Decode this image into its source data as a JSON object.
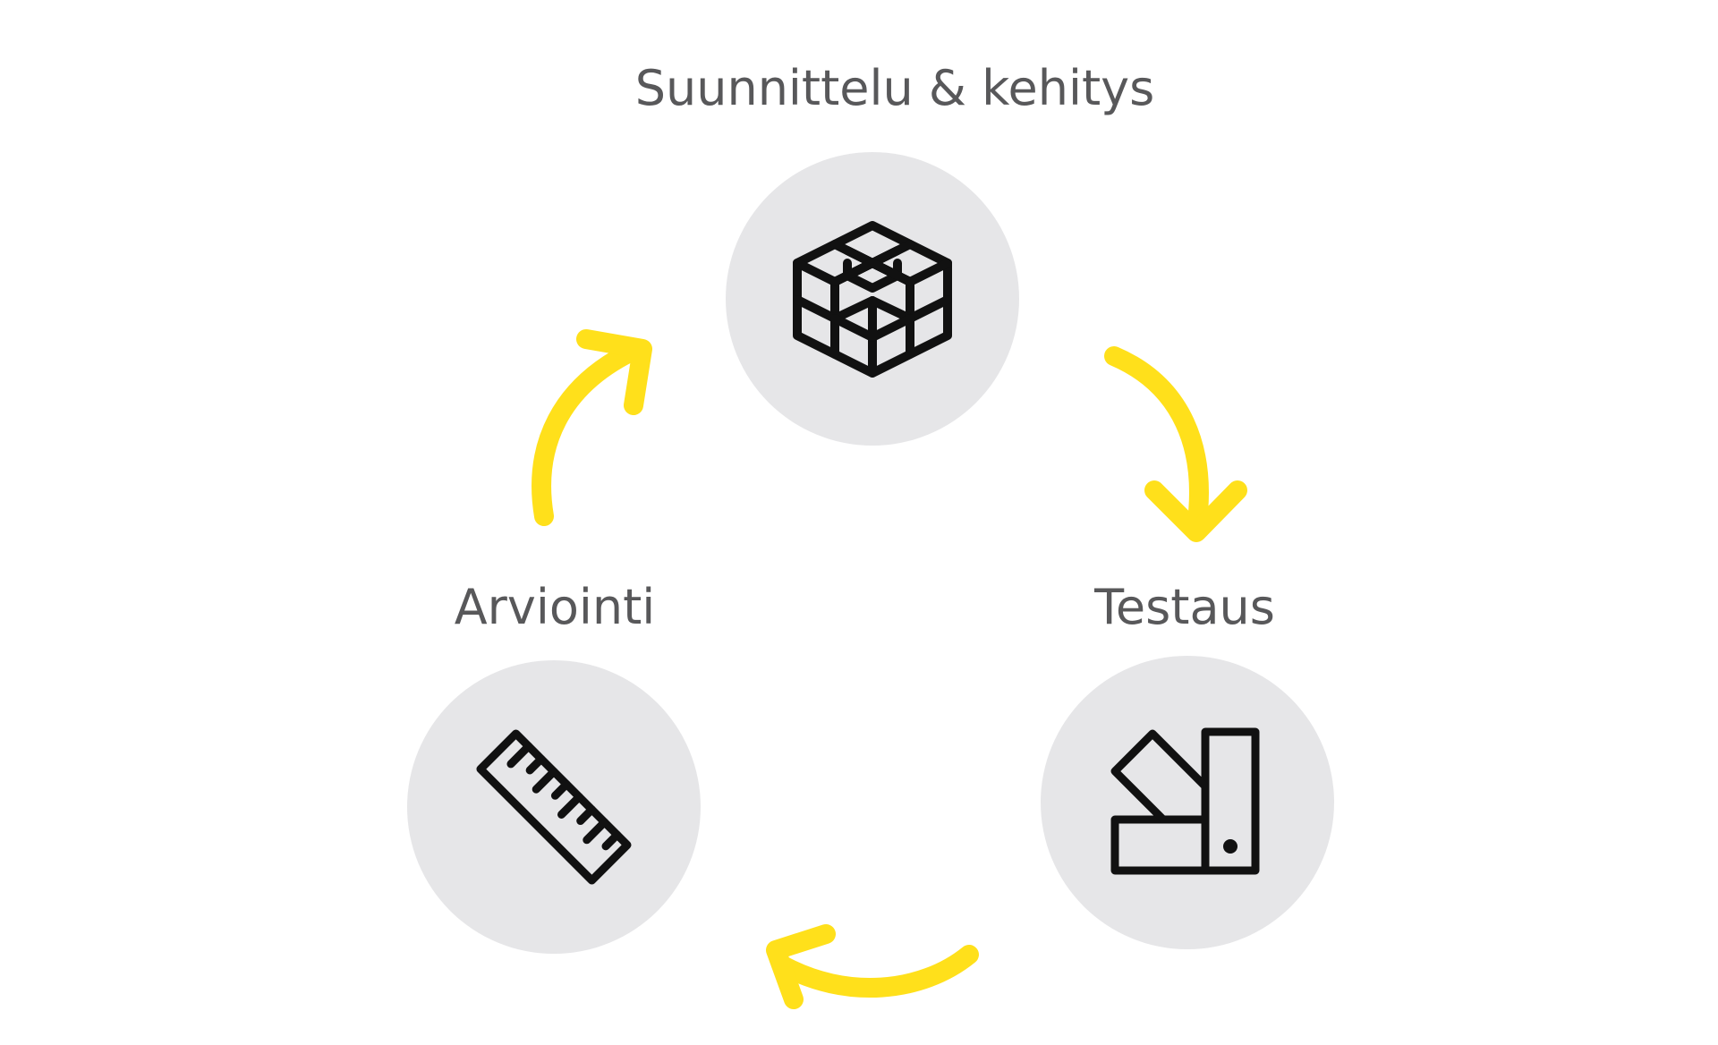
{
  "diagram": {
    "stages": {
      "top": {
        "label": "Suunnittelu & kehitys",
        "icon": "cubes-icon"
      },
      "right": {
        "label": "Testaus",
        "icon": "color-swatch-icon"
      },
      "left": {
        "label": "Arviointi",
        "icon": "ruler-icon"
      }
    },
    "arrow_color": "#ffe01b",
    "circle_color": "#e6e6e8",
    "label_color": "#58585a",
    "icon_color": "#111111"
  }
}
